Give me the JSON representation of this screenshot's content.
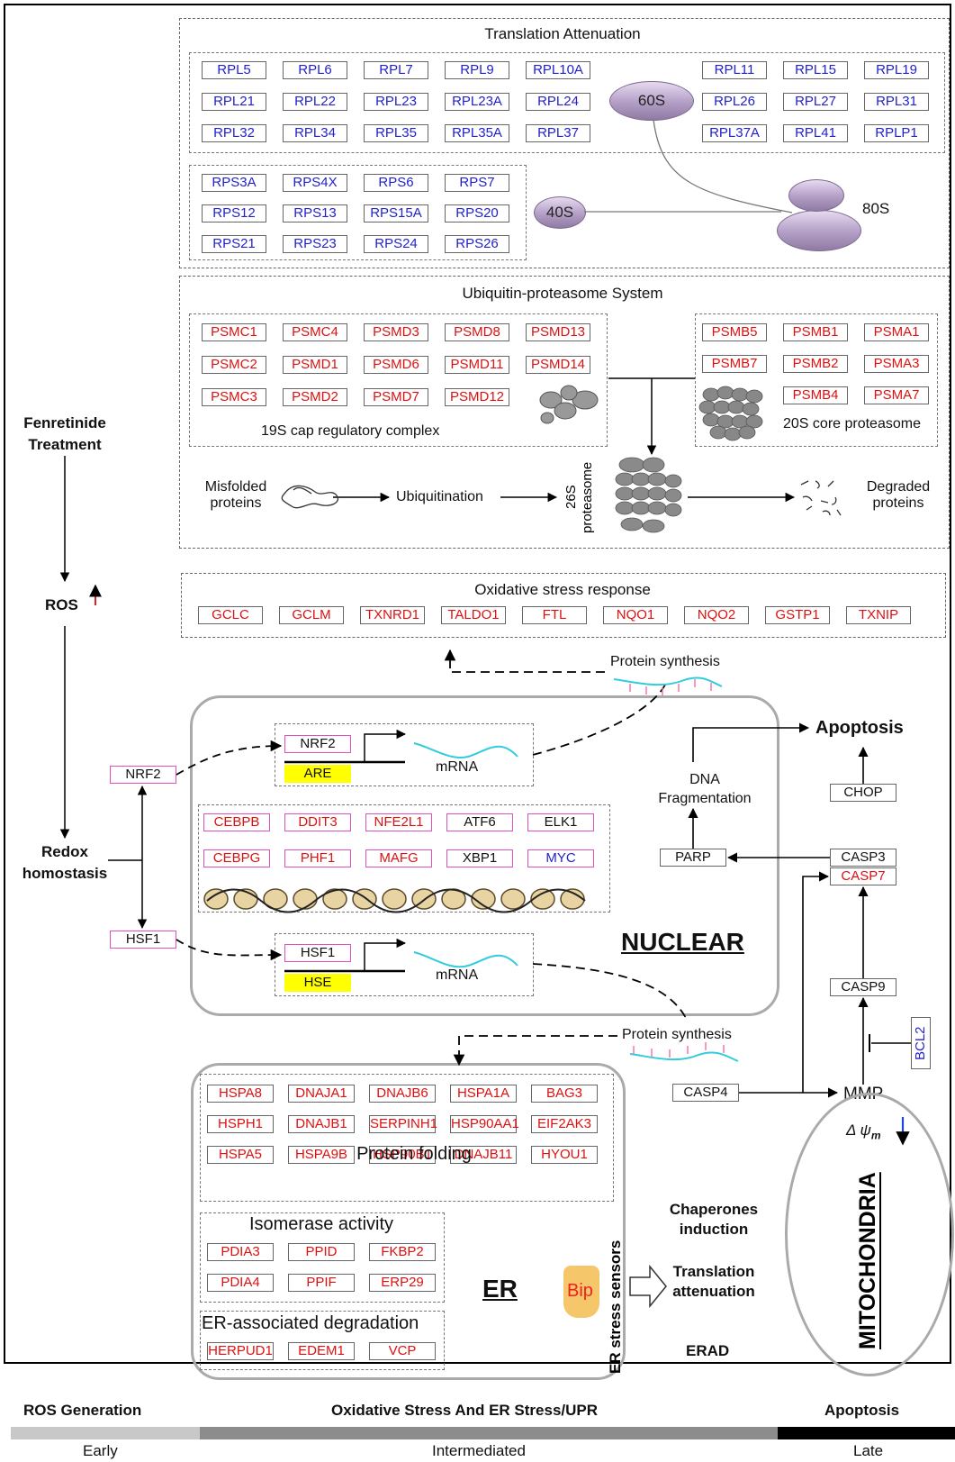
{
  "translation": {
    "title": "Translation Attenuation",
    "rpl_left": [
      [
        "RPL5",
        "RPL6",
        "RPL7",
        "RPL9",
        "RPL10A"
      ],
      [
        "RPL21",
        "RPL22",
        "RPL23",
        "RPL23A",
        "RPL24"
      ],
      [
        "RPL32",
        "RPL34",
        "RPL35",
        "RPL35A",
        "RPL37"
      ]
    ],
    "rpl_right": [
      [
        "RPL11",
        "RPL15",
        "RPL19"
      ],
      [
        "RPL26",
        "RPL27",
        "RPL31"
      ],
      [
        "RPL37A",
        "RPL41",
        "RPLP1"
      ]
    ],
    "rps": [
      [
        "RPS3A",
        "RPS4X",
        "RPS6",
        "RPS7"
      ],
      [
        "RPS12",
        "RPS13",
        "RPS15A",
        "RPS20"
      ],
      [
        "RPS21",
        "RPS23",
        "RPS24",
        "RPS26"
      ]
    ],
    "s60": "60S",
    "s40": "40S",
    "s80": "80S"
  },
  "ups": {
    "title": "Ubiquitin-proteasome System",
    "cap": [
      [
        "PSMC1",
        "PSMC4",
        "PSMD3",
        "PSMD8",
        "PSMD13"
      ],
      [
        "PSMC2",
        "PSMD1",
        "PSMD6",
        "PSMD11",
        "PSMD14"
      ],
      [
        "PSMC3",
        "PSMD2",
        "PSMD7",
        "PSMD12"
      ]
    ],
    "cap_label": "19S cap regulatory complex",
    "core": [
      [
        "PSMB5",
        "PSMB1",
        "PSMA1"
      ],
      [
        "PSMB7",
        "PSMB2",
        "PSMA3"
      ],
      [
        "PSMB4",
        "PSMA7"
      ]
    ],
    "core_label": "20S core proteasome",
    "misfolded": "Misfolded\nproteins",
    "ubiquitination": "Ubiquitination",
    "s26": "26S\nproteasome",
    "degraded": "Degraded\nproteins"
  },
  "oxidative": {
    "title": "Oxidative stress response",
    "genes": [
      "GCLC",
      "GCLM",
      "TXNRD1",
      "TALDO1",
      "FTL",
      "NQO1",
      "NQO2",
      "GSTP1",
      "TXNIP"
    ]
  },
  "left": {
    "fenretinide": "Fenretinide\nTreatment",
    "ros": "ROS",
    "redox": "Redox\nhomostasis",
    "nrf2": "NRF2",
    "hsf1": "HSF1"
  },
  "nuclear": {
    "label": "NUCLEAR",
    "nrf2": "NRF2",
    "are": "ARE",
    "hsf1": "HSF1",
    "hse": "HSE",
    "mrna": "mRNA",
    "tf": [
      [
        {
          "t": "CEBPB",
          "c": "red"
        },
        {
          "t": "DDIT3",
          "c": "red"
        },
        {
          "t": "NFE2L1",
          "c": "red"
        },
        {
          "t": "ATF6",
          "c": "black"
        },
        {
          "t": "ELK1",
          "c": "black"
        }
      ],
      [
        {
          "t": "CEBPG",
          "c": "red"
        },
        {
          "t": "PHF1",
          "c": "red"
        },
        {
          "t": "MAFG",
          "c": "red"
        },
        {
          "t": "XBP1",
          "c": "black"
        },
        {
          "t": "MYC",
          "c": "blue"
        }
      ]
    ]
  },
  "protein_synthesis": "Protein synthesis",
  "apoptosis_path": {
    "apoptosis": "Apoptosis",
    "dna": "DNA\nFragmentation",
    "chop": "CHOP",
    "parp": "PARP",
    "casp3": "CASP3",
    "casp7": "CASP7",
    "casp9": "CASP9",
    "bcl2": "BCL2",
    "casp4": "CASP4",
    "mmp": "MMP",
    "psi": "Δ ψ",
    "psi_sub": "m"
  },
  "er": {
    "label": "ER",
    "folding": [
      [
        "HSPA8",
        "DNAJA1",
        "DNAJB6",
        "HSPA1A",
        "BAG3"
      ],
      [
        "HSPH1",
        "DNAJB1",
        "SERPINH1",
        "HSP90AA1",
        "EIF2AK3"
      ],
      [
        "HSPA5",
        "HSPA9B",
        "HSP90B1",
        "DNAJB11",
        "HYOU1"
      ]
    ],
    "folding_label": "Protein folding",
    "isomerase_label": "Isomerase activity",
    "isomerase": [
      [
        "PDIA3",
        "PPID",
        "FKBP2"
      ],
      [
        "PDIA4",
        "PPIF",
        "ERP29"
      ]
    ],
    "erad_label": "ER-associated degradation",
    "erad": [
      "HERPUD1",
      "EDEM1",
      "VCP"
    ],
    "bip": "Bip",
    "sensors": "ER stress sensors",
    "chaperones": "Chaperones\ninduction",
    "translation": "Translation\nattenuation",
    "erad_out": "ERAD",
    "mito": "MITOCHONDRIA"
  },
  "timeline": {
    "ros_gen": "ROS  Generation",
    "mid": "Oxidative Stress And ER Stress/UPR",
    "apoptosis": "Apoptosis",
    "early": "Early",
    "intermediate": "Intermediated",
    "late": "Late",
    "colors": [
      "#c8c8c8",
      "#8c8c8c",
      "#000000"
    ]
  }
}
